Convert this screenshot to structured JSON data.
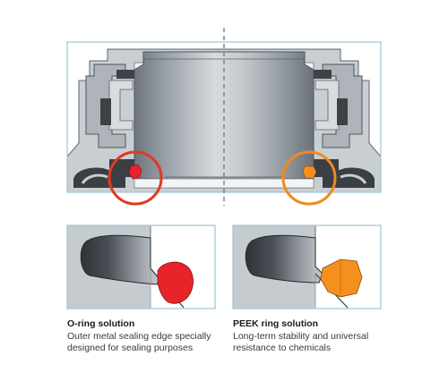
{
  "colors": {
    "frame": "#9fc4d6",
    "housing": "#c9ced3",
    "insert": "#a4abb1",
    "nut_dark": "#3c4045",
    "seal_oring": "#e8232a",
    "seal_peek": "#f5901e",
    "circle_oring": "#e03a1e",
    "circle_peek": "#f08a1c"
  },
  "icons": [
    "o-ring-highlight-circle",
    "peek-ring-highlight-circle"
  ],
  "captions": {
    "left": {
      "title": "O-ring solution",
      "description": "Outer metal sealing edge specially designed for sealing purposes"
    },
    "right": {
      "title": "PEEK ring solution",
      "description": "Long-term stability and universal resistance to chemicals"
    }
  }
}
